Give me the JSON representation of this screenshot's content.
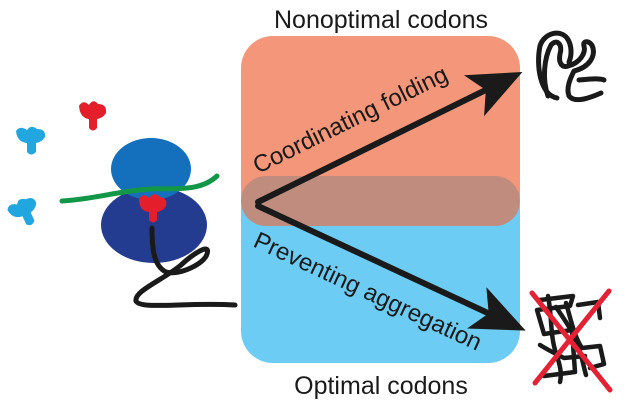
{
  "labels": {
    "top": "Nonoptimal codons",
    "bottom": "Optimal codons",
    "upper_arrow": "Coordinating folding",
    "lower_arrow": "Preventing aggregation"
  },
  "colors": {
    "nonoptimal_region": "#F4967A",
    "optimal_region": "#6DCCF3",
    "overlap_region": "#C08C7D",
    "ribosome_small_subunit": "#1470BC",
    "ribosome_large_subunit": "#243C8F",
    "mrna": "#129648",
    "trna_red": "#E41E2B",
    "trna_cyan": "#22A6E0",
    "cross_mark": "#E52233",
    "ink": "#1a1a1a"
  },
  "icons": [
    "trna-red-icon",
    "trna-cyan-icon",
    "ribosome-icon",
    "nascent-chain-icon",
    "folded-protein-icon",
    "aggregated-protein-icon",
    "cross-mark-icon"
  ]
}
